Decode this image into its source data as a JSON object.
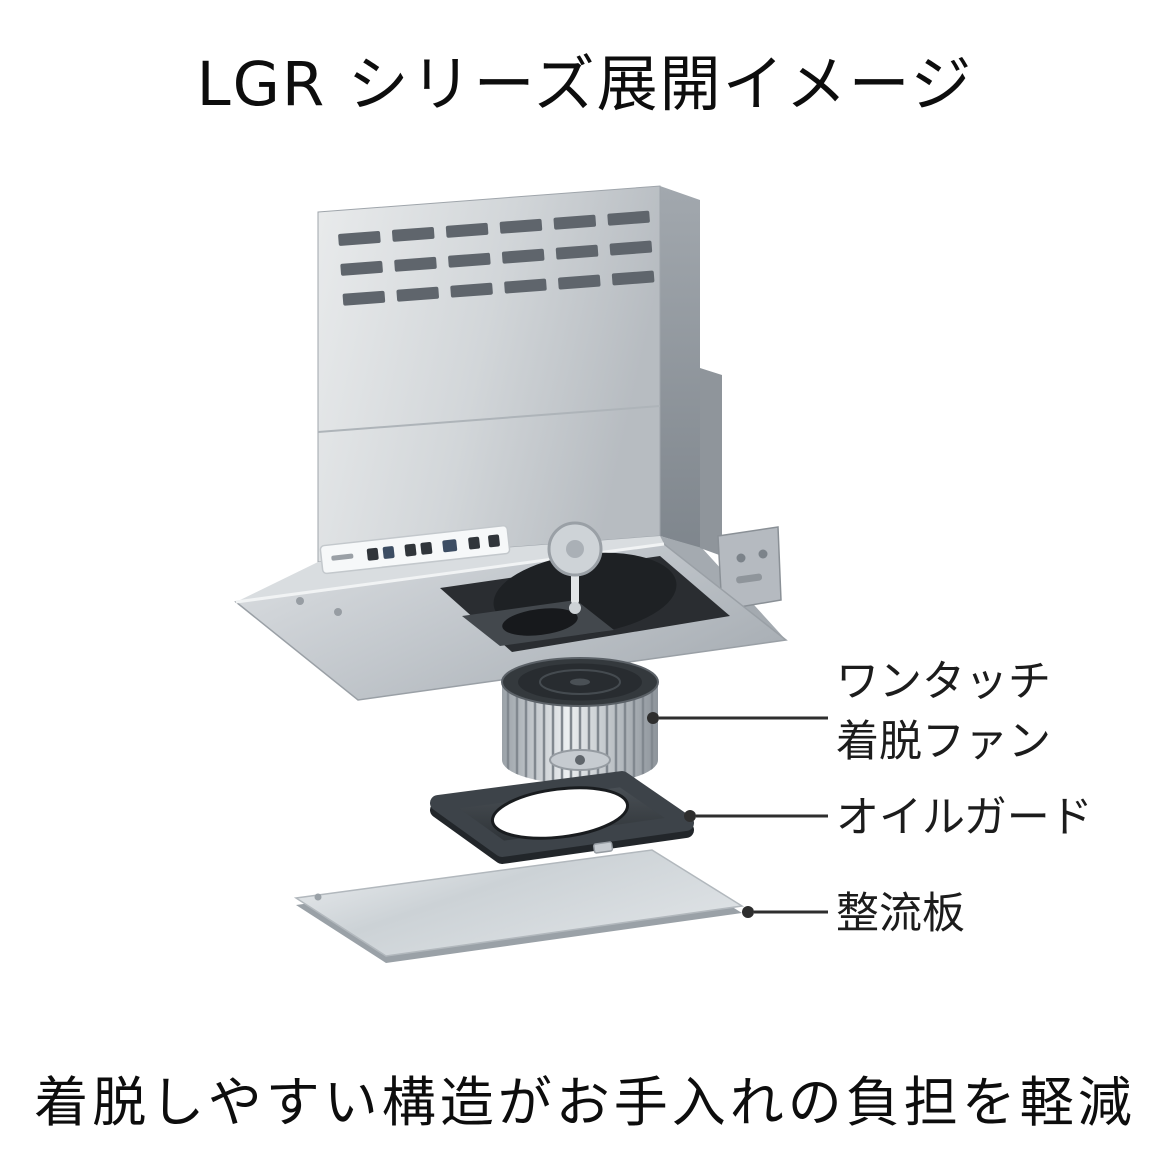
{
  "page": {
    "title": "LGR シリーズ展開イメージ",
    "caption": "着脱しやすい構造がお手入れの負担を軽減"
  },
  "part_labels": {
    "removable_fan_line1": "ワンタッチ",
    "removable_fan_line2": "着脱ファン",
    "oil_guard": "オイルガード",
    "baffle_plate": "整流板"
  },
  "colors": {
    "background": "#ffffff",
    "title_text": "#0d0d0d",
    "label_text": "#1c1c1c",
    "leader_line": "#2e2e2e",
    "hood_metal_light": "#e9ebec",
    "hood_metal_dark": "#7f868d",
    "dark_parts": "#2b3034"
  }
}
